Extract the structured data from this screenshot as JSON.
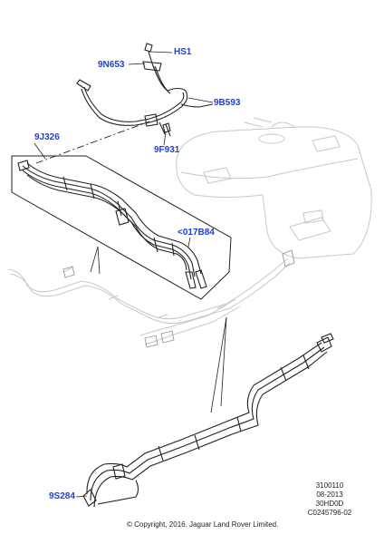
{
  "callouts": {
    "hs1": "HS1",
    "n9n653": "9N653",
    "b9b593": "9B593",
    "j9j326": "9J326",
    "f9f931": "9F931",
    "b017b84": "<017B84",
    "s9s284": "9S284"
  },
  "meta": {
    "line1": "3100110",
    "line2": "08-2013",
    "line3": "30HD0D",
    "line4": "C0245796-02"
  },
  "copyright": "© Copyright, 2016. Jaguar Land Rover Limited.",
  "colors": {
    "callout": "#1f3fd6",
    "line": "#222222",
    "ghost": "#c8c8c8"
  }
}
